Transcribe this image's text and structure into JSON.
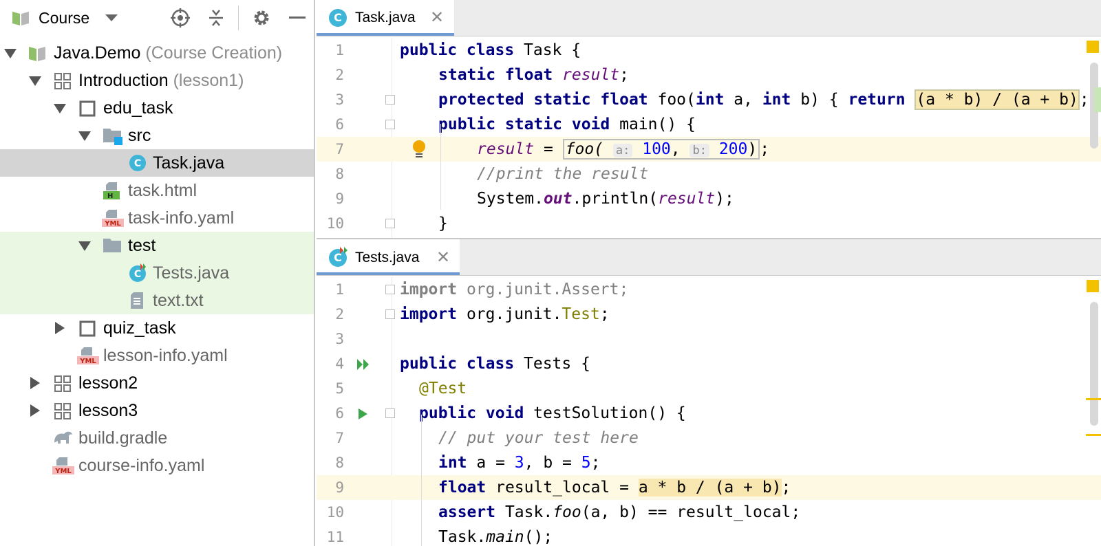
{
  "project_panel": {
    "title": "Course",
    "toolbar_icons": [
      "locate-icon",
      "collapse-all-icon",
      "gear-icon",
      "minimize-icon"
    ],
    "tree": [
      {
        "label": "Java.Demo",
        "suffix": "(Course Creation)",
        "icon": "course-icon",
        "expanded": true
      },
      {
        "label": "Introduction",
        "suffix": "(lesson1)",
        "icon": "lesson-icon",
        "expanded": true
      },
      {
        "label": "edu_task",
        "suffix": "",
        "icon": "task-icon",
        "expanded": true
      },
      {
        "label": "src",
        "suffix": "",
        "icon": "source-folder-icon",
        "expanded": true
      },
      {
        "label": "Task.java",
        "suffix": "",
        "icon": "java-class-icon",
        "selected": true
      },
      {
        "label": "task.html",
        "suffix": "",
        "icon": "html-file-icon"
      },
      {
        "label": "task-info.yaml",
        "suffix": "",
        "icon": "yaml-file-icon"
      },
      {
        "label": "test",
        "suffix": "",
        "icon": "test-folder-icon",
        "expanded": true
      },
      {
        "label": "Tests.java",
        "suffix": "",
        "icon": "java-test-class-icon"
      },
      {
        "label": "text.txt",
        "suffix": "",
        "icon": "text-file-icon"
      },
      {
        "label": "quiz_task",
        "suffix": "",
        "icon": "task-icon",
        "expanded": false
      },
      {
        "label": "lesson-info.yaml",
        "suffix": "",
        "icon": "yaml-file-icon"
      },
      {
        "label": "lesson2",
        "suffix": "",
        "icon": "lesson-icon",
        "expanded": false
      },
      {
        "label": "lesson3",
        "suffix": "",
        "icon": "lesson-icon",
        "expanded": false
      },
      {
        "label": "build.gradle",
        "suffix": "",
        "icon": "gradle-icon"
      },
      {
        "label": "course-info.yaml",
        "suffix": "",
        "icon": "yaml-file-icon"
      }
    ]
  },
  "editor_top": {
    "tab_label": "Task.java",
    "tab_close": "✕",
    "line_numbers": [
      "1",
      "2",
      "3",
      "6",
      "7",
      "8",
      "9",
      "10"
    ],
    "code": {
      "l1_kw": "public class",
      "l1_rest": " Task {",
      "l2_kw": "static float",
      "l2_field": "result",
      "l2_end": ";",
      "l3_kw1": "protected static float",
      "l3_mid1": " foo(",
      "l3_kw2": "int",
      "l3_mid2": " a, ",
      "l3_kw3": "int",
      "l3_mid3": " b) { ",
      "l3_kw4": "return",
      "l3_box": "(a * b) / (a + b)",
      "l3_end": ";",
      "l4_kw": "public static void",
      "l4_rest": " main() {",
      "l5_field": "result",
      "l5_eq": " = ",
      "l5_call": "foo(",
      "l5_hint_a": "a:",
      "l5_num_a": "100",
      "l5_comma": ", ",
      "l5_hint_b": "b:",
      "l5_num_b": "200",
      "l5_close": ")",
      "l5_end": ";",
      "l6_comment": "//print the result",
      "l7_a": "System.",
      "l7_out": "out",
      "l7_b": ".println(",
      "l7_field": "result",
      "l7_c": ");",
      "l8": "}"
    }
  },
  "editor_bottom": {
    "tab_label": "Tests.java",
    "tab_close": "✕",
    "line_numbers": [
      "1",
      "2",
      "3",
      "4",
      "5",
      "6",
      "7",
      "8",
      "9",
      "10",
      "11"
    ],
    "code": {
      "l1_kw": "import",
      "l1_rest": " org.junit.Assert;",
      "l2_kw": "import",
      "l2_rest": " org.junit.",
      "l2_ann": "Test",
      "l2_end": ";",
      "l4_kw": "public class",
      "l4_rest": " Tests {",
      "l5_ann": "@Test",
      "l6_kw": "public void",
      "l6_rest": " testSolution() {",
      "l7_comment": "// put your test here",
      "l8_kw": "int",
      "l8_a": " a = ",
      "l8_n1": "3",
      "l8_b": ", b = ",
      "l8_n2": "5",
      "l8_end": ";",
      "l9_kw": "float",
      "l9_a": " result_local = ",
      "l9_hl": "a * b / (a + b)",
      "l9_end": ";",
      "l10_kw": "assert",
      "l10_a": " Task.",
      "l10_it": "foo",
      "l10_b": "(a, b) == result_local;",
      "l11_a": "Task.",
      "l11_it": "main",
      "l11_b": "();"
    }
  },
  "colors": {
    "keyword": "#000080",
    "field": "#660e7a",
    "number": "#0000ff",
    "comment": "#808080",
    "annotation": "#808000",
    "selection": "#d4d4d4",
    "test_folder_bg": "#eaf7e3",
    "tab_underline": "#6e9bd1",
    "highlight": "#f8e7b0"
  }
}
